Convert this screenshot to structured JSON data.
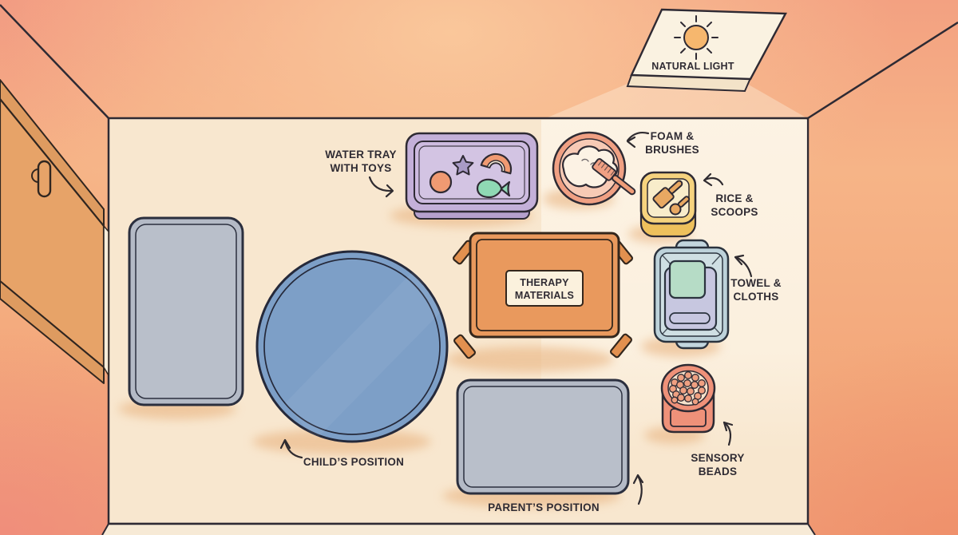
{
  "illustration": {
    "skylight": {
      "label": "NATURAL LIGHT",
      "icon": "sun-icon"
    },
    "labels": {
      "water_tray": "WATER TRAY WITH TOYS",
      "foam_brushes": "FOAM & BRUSHES",
      "rice_scoops": "RICE & SCOOPS",
      "therapy_materials": "THERAPY MATERIALS",
      "towel_cloths": "TOWEL & CLOTHS",
      "sensory_beads": "SENSORY BEADS",
      "childs_position": "CHILD’S POSITION",
      "parents_position": "PARENT’S POSITION"
    },
    "colors": {
      "wall_orange": "#f5ae83",
      "floor_cream": "#f8e7cf",
      "door_tan": "#e7a368",
      "mat_gray": "#b4bac6",
      "child_mat_blue": "#7d9fc7",
      "table_orange": "#e9995d",
      "tray_purple": "#c4b0d9",
      "bowl_salmon": "#f0a083",
      "rice_yellow": "#f6d37e",
      "basket_blue": "#bdd2da",
      "towel_lavender": "#c7c7e0",
      "cloth_green": "#b6dcc6",
      "beads_salmon": "#ef9179",
      "sun_orange": "#f6b76e",
      "outline_dark": "#2e2a33",
      "label_text": "#2f2b33"
    }
  }
}
